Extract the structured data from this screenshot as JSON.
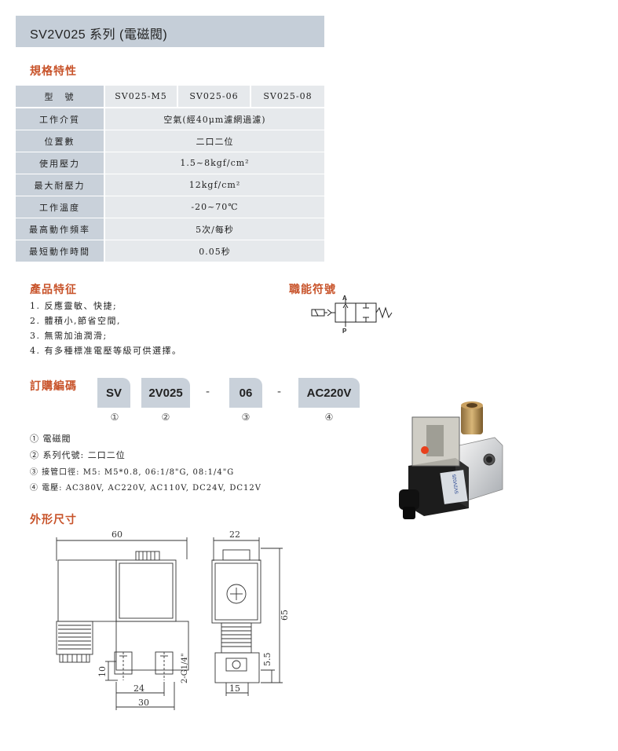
{
  "title": "SV2V025 系列 (電磁閥)",
  "specs": {
    "heading": "規格特性",
    "rows": [
      {
        "label": "型　號",
        "values": [
          "SV025-M5",
          "SV025-06",
          "SV025-08"
        ]
      },
      {
        "label": "工作介質",
        "values": [
          "空氣(經40μm濾網過濾)"
        ]
      },
      {
        "label": "位置數",
        "values": [
          "二口二位"
        ]
      },
      {
        "label": "使用壓力",
        "values": [
          "1.5~8kgf/cm²"
        ]
      },
      {
        "label": "最大耐壓力",
        "values": [
          "12kgf/cm²"
        ]
      },
      {
        "label": "工作溫度",
        "values": [
          "-20~70℃"
        ]
      },
      {
        "label": "最高動作頻率",
        "values": [
          "5次/每秒"
        ]
      },
      {
        "label": "最短動作時間",
        "values": [
          "0.05秒"
        ]
      }
    ]
  },
  "features": {
    "heading": "產品特征",
    "items": [
      "1. 反應靈敏、快捷;",
      "2. 體積小,節省空間,",
      "3. 無需加油潤滑;",
      "4. 有多種標准電壓等級可供選擇。"
    ]
  },
  "symbol": {
    "heading": "職能符號",
    "port_a": "A",
    "port_p": "P"
  },
  "order": {
    "heading": "訂購編碼",
    "codes": [
      "SV",
      "2V025",
      "06",
      "AC220V"
    ],
    "dash": "-",
    "markers": [
      "①",
      "②",
      "③",
      "④"
    ],
    "notes": [
      "① 電磁閥",
      "② 系列代號: 二口二位",
      "③ 接管口徑: M5: M5*0.8, 06:1/8\"G, 08:1/4\"G",
      "④ 電壓: AC380V, AC220V, AC110V, DC24V, DC12V"
    ]
  },
  "dimensions": {
    "heading": "外形尺寸",
    "labels": {
      "width_60": "60",
      "width_22": "22",
      "height_65": "65",
      "height_5_5": "5.5",
      "height_10": "10",
      "port_g": "2-G1/4\"",
      "width_24": "24",
      "width_30": "30",
      "width_15": "15"
    }
  },
  "photo": {
    "label_text": "SV2V025"
  },
  "colors": {
    "accent": "#c8532a",
    "header_bg": "#c5ced8",
    "label_bg": "#c9d1da",
    "cell_bg": "#e6e9ec"
  }
}
